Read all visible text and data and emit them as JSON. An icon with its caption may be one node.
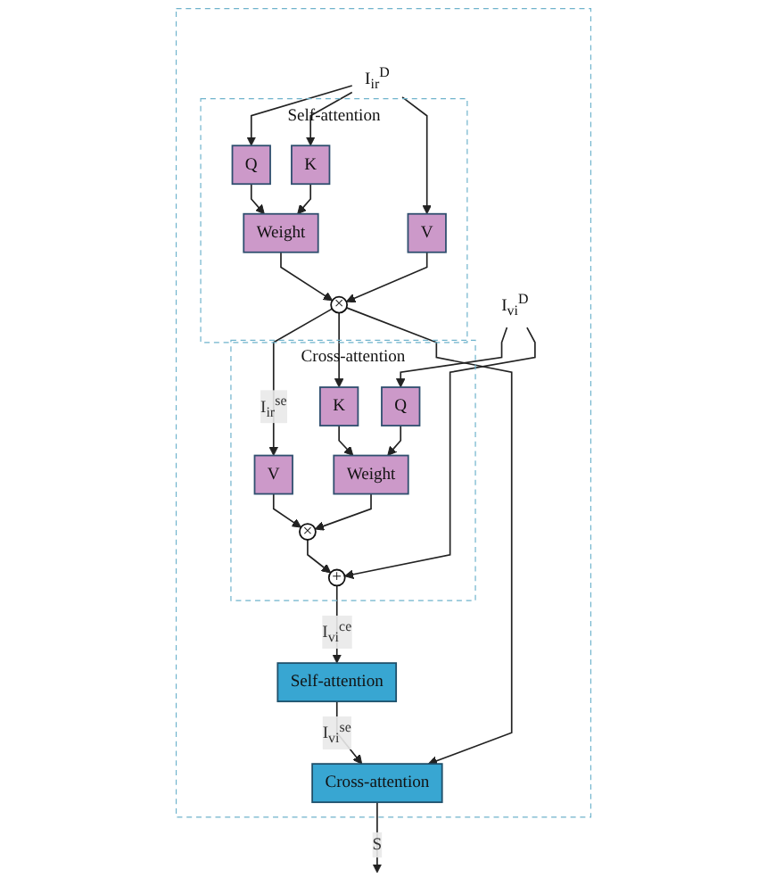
{
  "diagram": {
    "nodes": [
      {
        "text": [],
        "shape": "box"
      },
      {
        "text": [
          "I$_{ir}$$^{D}$"
        ],
        "in": 0
      },
      {
        "text": [
          "I$_{vi}$$^{D}$"
        ],
        "in": 0
      },
      {
        "text": [
          "Self-attention"
        ],
        "in": 0
      },
      {
        "text": [
          "Q"
        ],
        "in": 3
      },
      {
        "text": [
          "K"
        ],
        "in": 3
      },
      {
        "text": [
          "V"
        ],
        "in": 3
      },
      {
        "text": [
          "Weight"
        ],
        "in": 3
      },
      {
        "text": [
          "×"
        ],
        "in": 3
      },
      {
        "text": [
          "Cross-attention"
        ],
        "in": 0
      },
      {
        "text": [
          "V"
        ],
        "in": 9
      },
      {
        "text": [
          "K"
        ],
        "in": 9
      },
      {
        "text": [
          "Q"
        ],
        "in": 9
      },
      {
        "text": [
          "Weight"
        ],
        "in": 9
      },
      {
        "text": [
          "×"
        ],
        "in": 9
      },
      {
        "text": [
          "+"
        ],
        "in": 9
      },
      {
        "text": [
          "Self-attention"
        ],
        "in": 0
      },
      {
        "text": [
          "Cross-attention"
        ],
        "in": 0
      }
    ],
    "edges": [
      {
        "from": 1,
        "to": 4,
        "arrow": "to"
      },
      {
        "from": 1,
        "to": 5,
        "arrow": "to"
      },
      {
        "from": 1,
        "to": 6,
        "arrow": "to"
      },
      {
        "from": 4,
        "to": 7,
        "arrow": "to"
      },
      {
        "from": 5,
        "to": 7,
        "arrow": "to"
      },
      {
        "from": 6,
        "to": 8,
        "arrow": "to"
      },
      {
        "from": 7,
        "to": 8,
        "arrow": "to"
      },
      {
        "from": 8,
        "to": 10,
        "label": "I$_{ir}$$^{se}$",
        "arrow": "to"
      },
      {
        "from": 8,
        "to": 11,
        "arrow": "to"
      },
      {
        "from": 8,
        "to": 17,
        "arrow": "to"
      },
      {
        "from": 2,
        "to": 12,
        "arrow": "to"
      },
      {
        "from": 2,
        "to": 15,
        "arrow": "to"
      },
      {
        "from": 10,
        "to": 14,
        "arrow": "to"
      },
      {
        "from": 11,
        "to": 13,
        "arrow": "to"
      },
      {
        "from": 12,
        "to": 13,
        "arrow": "to"
      },
      {
        "from": 13,
        "to": 14,
        "arrow": "to"
      },
      {
        "from": 14,
        "to": 15,
        "arrow": "to"
      },
      {
        "from": 15,
        "to": 16,
        "label": "I$_{vi}$$^{ce}$",
        "arrow": "to"
      },
      {
        "from": 16,
        "to": 17,
        "label": "I$_{vi}$$^{se}$",
        "arrow": "to"
      },
      {
        "from": 17,
        "to": null,
        "label": "S",
        "arrow": "to"
      }
    ]
  }
}
